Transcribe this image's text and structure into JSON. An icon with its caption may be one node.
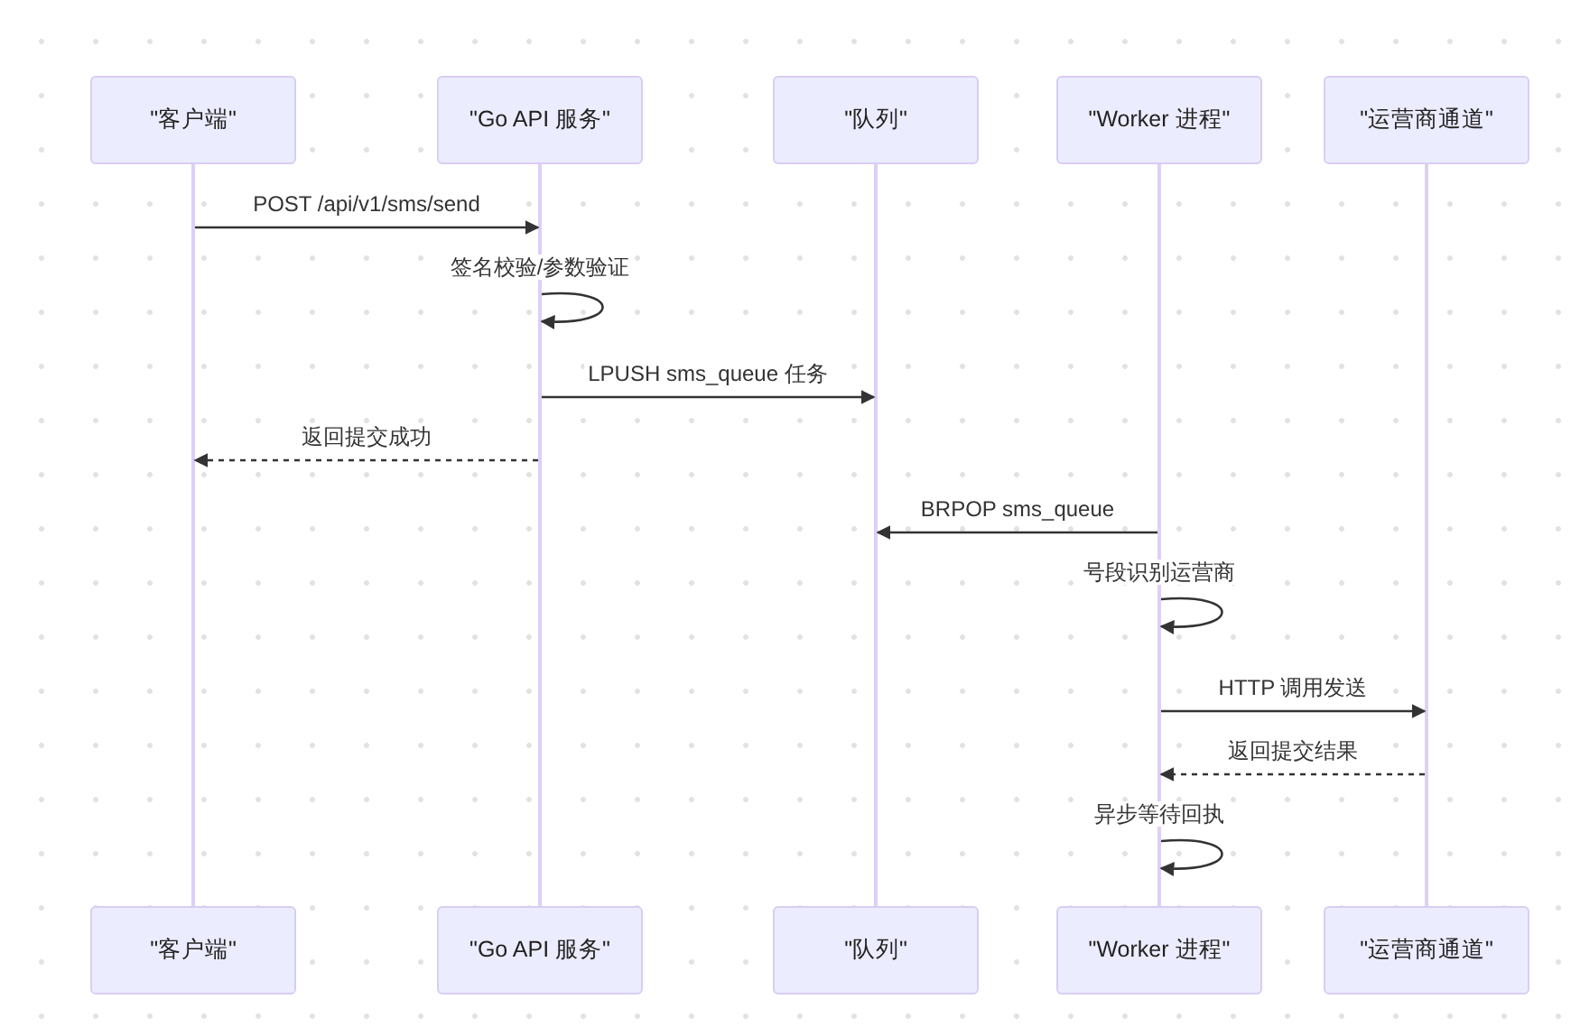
{
  "diagram": {
    "nodes": [
      {
        "text": [
          "\"客户端\""
        ]
      },
      {
        "text": [
          "\"Go API 服务\""
        ]
      },
      {
        "text": [
          "\"队列\""
        ]
      },
      {
        "text": [
          "\"Worker 进程\""
        ]
      },
      {
        "text": [
          "\"运营商通道\""
        ]
      },
      {
        "text": [],
        "shape": "bar"
      },
      {
        "text": [],
        "shape": "bar"
      },
      {
        "text": [],
        "shape": "bar"
      },
      {
        "text": [],
        "shape": "bar"
      },
      {
        "text": [],
        "shape": "bar"
      },
      {
        "text": [
          "\"客户端\""
        ]
      },
      {
        "text": [
          "\"Go API 服务\""
        ]
      },
      {
        "text": [
          "\"队列\""
        ]
      },
      {
        "text": [
          "\"Worker 进程\""
        ]
      },
      {
        "text": [
          "\"运营商通道\""
        ]
      }
    ],
    "edges": [
      {
        "from": 5,
        "to": 6,
        "arrow": "to",
        "label": "POST /api/v1/sms/send"
      },
      {
        "from": 6,
        "to": 6,
        "arrow": "to",
        "label": "签名校验/参数验证"
      },
      {
        "from": 6,
        "to": 7,
        "arrow": "to",
        "label": "LPUSH sms_queue 任务"
      },
      {
        "from": 6,
        "to": 5,
        "arrow": "to",
        "label": "返回提交成功",
        "style": "dashed"
      },
      {
        "from": 8,
        "to": 7,
        "arrow": "to",
        "label": "BRPOP sms_queue"
      },
      {
        "from": 8,
        "to": 8,
        "arrow": "to",
        "label": "号段识别运营商"
      },
      {
        "from": 8,
        "to": 9,
        "arrow": "to",
        "label": "HTTP 调用发送"
      },
      {
        "from": 9,
        "to": 8,
        "arrow": "to",
        "label": "返回提交结果",
        "style": "dashed"
      },
      {
        "from": 8,
        "to": 8,
        "arrow": "to",
        "label": "异步等待回执"
      }
    ]
  }
}
